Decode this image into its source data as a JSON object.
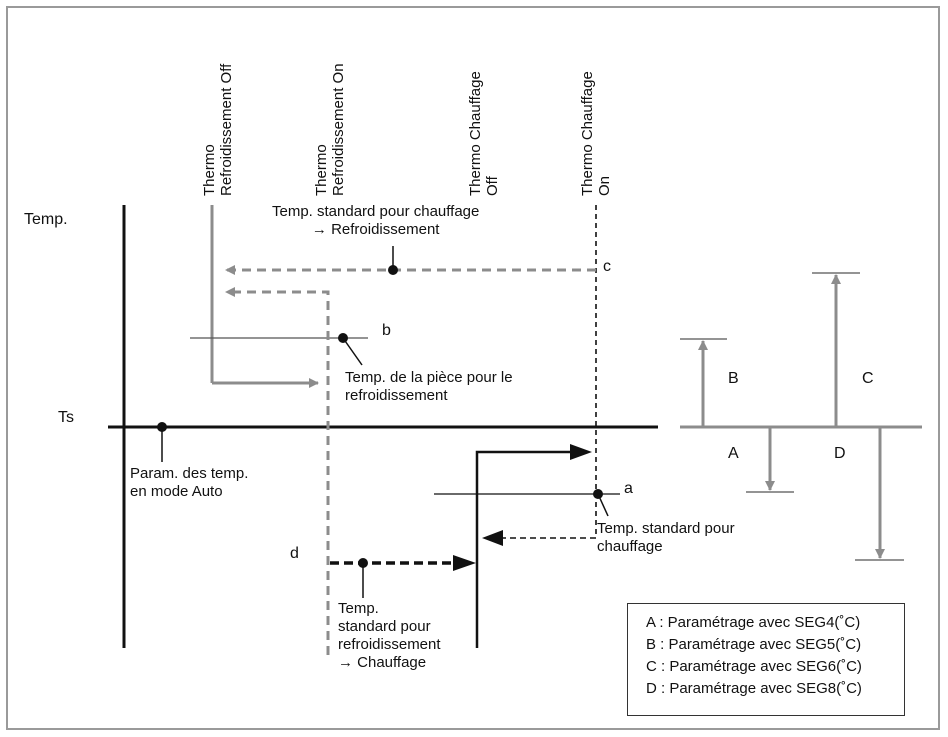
{
  "header_labels": {
    "thermo_cool_off": [
      "Thermo",
      "Refroidissement Off"
    ],
    "thermo_cool_on": [
      "Thermo",
      "Refroidissement On"
    ],
    "thermo_heat_off": [
      "Thermo Chauffage",
      "Off"
    ],
    "thermo_heat_on": [
      "Thermo Chauffage",
      "On"
    ]
  },
  "axis": {
    "y_label": "Temp.",
    "ts_label": "Ts"
  },
  "annotations": {
    "heat_to_cool": [
      "Temp. standard pour chauffage",
      "→ Refroidissement"
    ],
    "room_temp_cool": [
      "Temp. de la pièce pour le",
      "refroidissement"
    ],
    "auto_param": [
      "Param. des temp.",
      "en mode Auto"
    ],
    "heat_standard": [
      "Temp. standard pour",
      "chauffage"
    ],
    "cool_to_heat": [
      "Temp.",
      "standard pour",
      "refroidissement",
      "→ Chauffage"
    ]
  },
  "letters": {
    "a": "a",
    "b": "b",
    "c": "c",
    "d": "d"
  },
  "side_labels": {
    "A": "A",
    "B": "B",
    "C": "C",
    "D": "D"
  },
  "legend": [
    "A : Paramétrage avec SEG4(˚C)",
    "B : Paramétrage avec SEG5(˚C)",
    "C : Paramétrage avec SEG6(˚C)",
    "D : Paramétrage avec SEG8(˚C)"
  ],
  "colors": {
    "black": "#111111",
    "gray": "#8c8c8c",
    "frame": "#9a9a9a"
  }
}
